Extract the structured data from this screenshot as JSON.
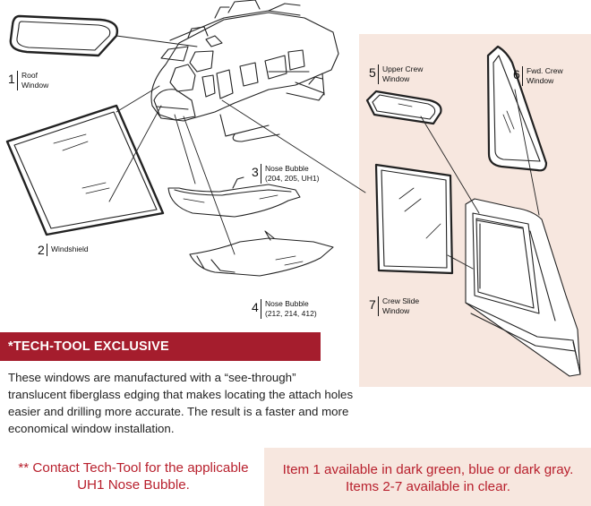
{
  "labels": {
    "roof": {
      "num": "1",
      "text": "Roof\nWindow"
    },
    "wind": {
      "num": "2",
      "text": "Windshield"
    },
    "nose3": {
      "num": "3",
      "text": "Nose Bubble\n(204, 205, UH1)"
    },
    "nose4": {
      "num": "4",
      "text": "Nose Bubble\n(212, 214, 412)"
    },
    "upper": {
      "num": "5",
      "text": "Upper Crew\nWindow"
    },
    "fwd": {
      "num": "6",
      "text": "Fwd. Crew\nWindow"
    },
    "slide": {
      "num": "7",
      "text": "Crew Slide\nWindow"
    }
  },
  "banner": "*TECH-TOOL EXCLUSIVE",
  "description": "These windows are manufactured with a “see-through” translucent fiberglass edging that makes locating the attach holes easier and drilling more accurate. The result is a faster and more economical window installation.",
  "note_contact": "** Contact Tech-Tool for the applicable UH1 Nose Bubble.",
  "note_availability": "Item 1 available in dark green, blue or dark gray. Items 2-7 available in clear.",
  "colors": {
    "accent_red": "#a51d2d",
    "note_red": "#b8202d",
    "panel_pink": "#f7e7df"
  }
}
